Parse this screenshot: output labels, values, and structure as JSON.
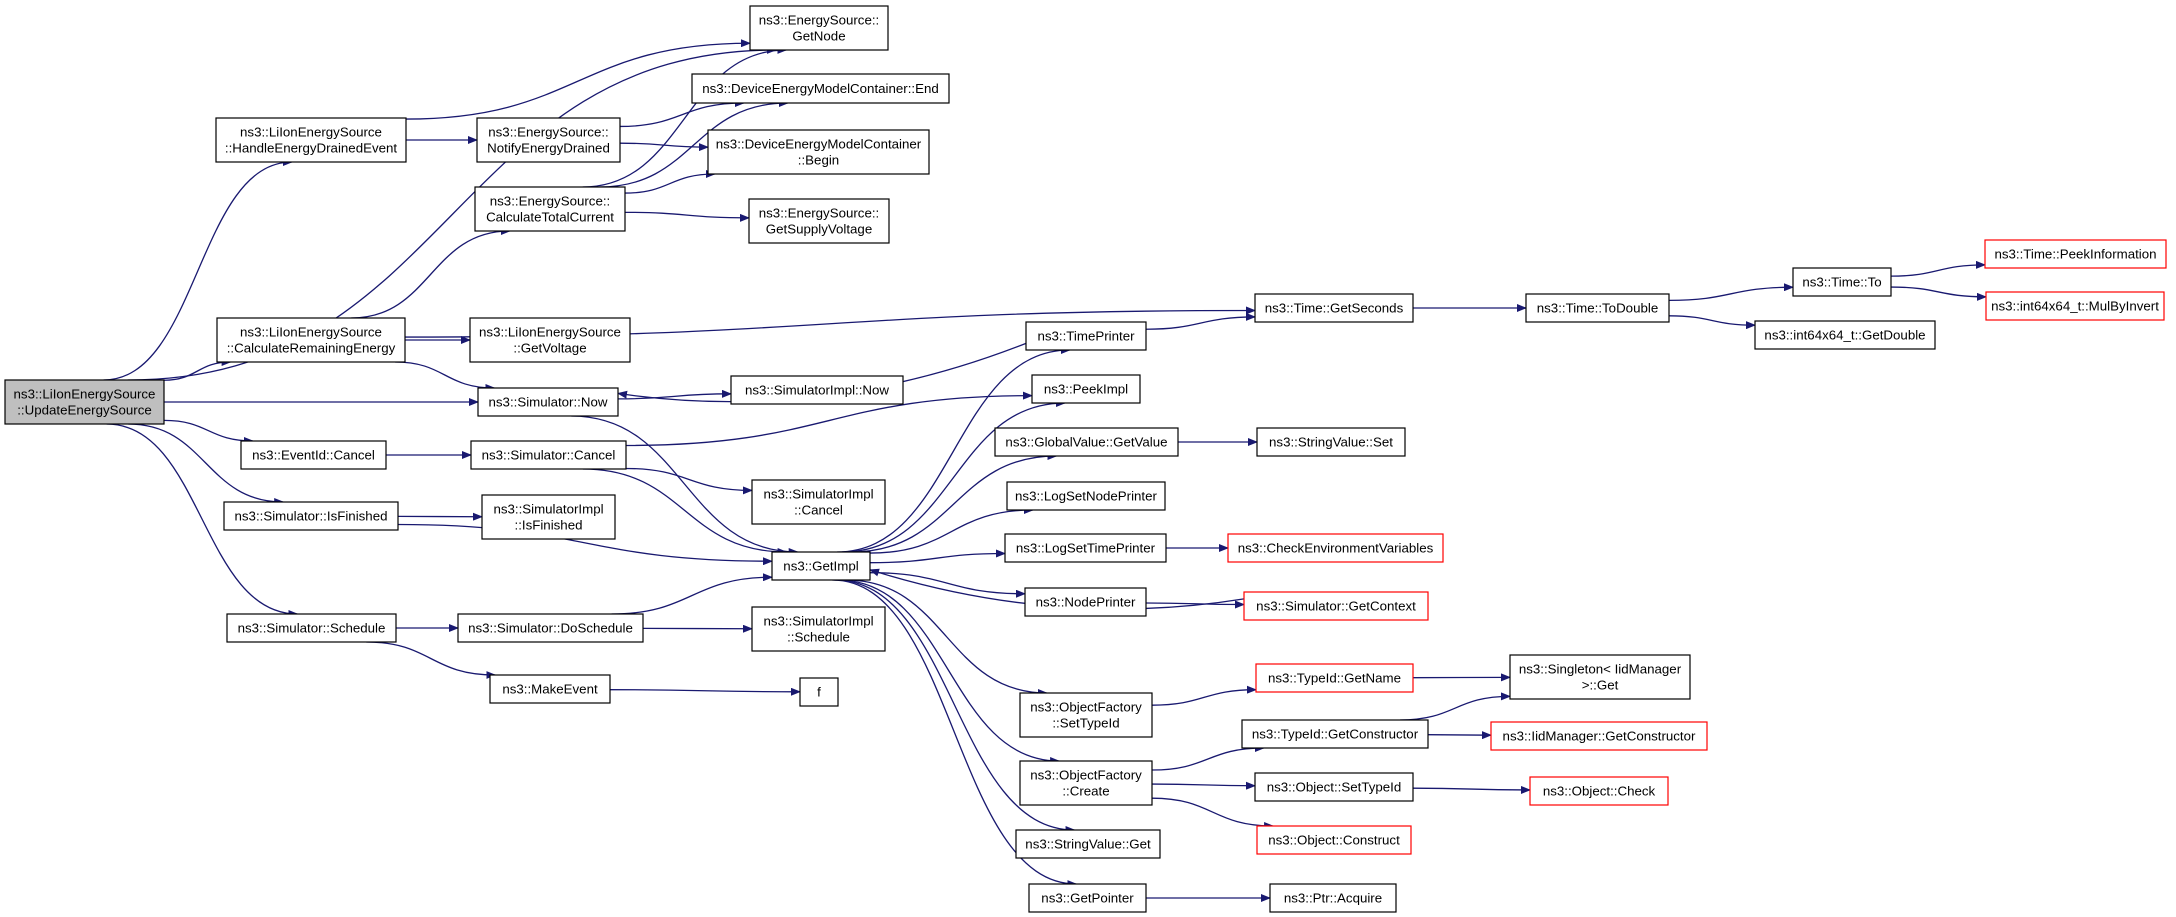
{
  "colors": {
    "edge": "#191970",
    "node_border": "#000000",
    "node_border_truncated": "#ff0000",
    "root_fill": "#bfbfbf",
    "node_fill": "#ffffff"
  },
  "nodes": [
    {
      "id": "root",
      "lines": [
        "ns3::LiIonEnergySource",
        "::UpdateEnergySource"
      ],
      "style": "root"
    },
    {
      "id": "es_getnode",
      "lines": [
        "ns3::EnergySource::",
        "GetNode"
      ],
      "style": "normal"
    },
    {
      "id": "handle_drained",
      "lines": [
        "ns3::LiIonEnergySource",
        "::HandleEnergyDrainedEvent"
      ],
      "style": "normal"
    },
    {
      "id": "notify_drained",
      "lines": [
        "ns3::EnergySource::",
        "NotifyEnergyDrained"
      ],
      "style": "normal"
    },
    {
      "id": "demc_end",
      "lines": [
        "ns3::DeviceEnergyModelContainer::End"
      ],
      "style": "normal"
    },
    {
      "id": "demc_begin",
      "lines": [
        "ns3::DeviceEnergyModelContainer",
        "::Begin"
      ],
      "style": "normal"
    },
    {
      "id": "calc_total",
      "lines": [
        "ns3::EnergySource::",
        "CalculateTotalCurrent"
      ],
      "style": "normal"
    },
    {
      "id": "supply_voltage",
      "lines": [
        "ns3::EnergySource::",
        "GetSupplyVoltage"
      ],
      "style": "normal"
    },
    {
      "id": "calc_remaining",
      "lines": [
        "ns3::LiIonEnergySource",
        "::CalculateRemainingEnergy"
      ],
      "style": "normal"
    },
    {
      "id": "liion_voltage",
      "lines": [
        "ns3::LiIonEnergySource",
        "::GetVoltage"
      ],
      "style": "normal"
    },
    {
      "id": "time_getseconds",
      "lines": [
        "ns3::Time::GetSeconds"
      ],
      "style": "normal"
    },
    {
      "id": "time_todouble",
      "lines": [
        "ns3::Time::ToDouble"
      ],
      "style": "normal"
    },
    {
      "id": "time_to",
      "lines": [
        "ns3::Time::To"
      ],
      "style": "normal"
    },
    {
      "id": "time_peek",
      "lines": [
        "ns3::Time::PeekInformation"
      ],
      "style": "truncated"
    },
    {
      "id": "mulbyinvert",
      "lines": [
        "ns3::int64x64_t::MulByInvert"
      ],
      "style": "truncated"
    },
    {
      "id": "getdouble",
      "lines": [
        "ns3::int64x64_t::GetDouble"
      ],
      "style": "normal"
    },
    {
      "id": "timeprinter",
      "lines": [
        "ns3::TimePrinter"
      ],
      "style": "normal"
    },
    {
      "id": "sim_now",
      "lines": [
        "ns3::Simulator::Now"
      ],
      "style": "normal"
    },
    {
      "id": "simimpl_now",
      "lines": [
        "ns3::SimulatorImpl::Now"
      ],
      "style": "normal"
    },
    {
      "id": "peekimpl",
      "lines": [
        "ns3::PeekImpl"
      ],
      "style": "normal"
    },
    {
      "id": "eventid_cancel",
      "lines": [
        "ns3::EventId::Cancel"
      ],
      "style": "normal"
    },
    {
      "id": "sim_cancel",
      "lines": [
        "ns3::Simulator::Cancel"
      ],
      "style": "normal"
    },
    {
      "id": "gv_getvalue",
      "lines": [
        "ns3::GlobalValue::GetValue"
      ],
      "style": "normal"
    },
    {
      "id": "sv_set",
      "lines": [
        "ns3::StringValue::Set"
      ],
      "style": "normal"
    },
    {
      "id": "simimpl_cancel",
      "lines": [
        "ns3::SimulatorImpl",
        "::Cancel"
      ],
      "style": "normal"
    },
    {
      "id": "logsetnode",
      "lines": [
        "ns3::LogSetNodePrinter"
      ],
      "style": "normal"
    },
    {
      "id": "sim_isfinished",
      "lines": [
        "ns3::Simulator::IsFinished"
      ],
      "style": "normal"
    },
    {
      "id": "simimpl_isfinished",
      "lines": [
        "ns3::SimulatorImpl",
        "::IsFinished"
      ],
      "style": "normal"
    },
    {
      "id": "getimpl",
      "lines": [
        "ns3::GetImpl"
      ],
      "style": "normal"
    },
    {
      "id": "logsettime",
      "lines": [
        "ns3::LogSetTimePrinter"
      ],
      "style": "normal"
    },
    {
      "id": "checkenv",
      "lines": [
        "ns3::CheckEnvironmentVariables"
      ],
      "style": "truncated"
    },
    {
      "id": "nodeprinter",
      "lines": [
        "ns3::NodePrinter"
      ],
      "style": "normal"
    },
    {
      "id": "sim_getcontext",
      "lines": [
        "ns3::Simulator::GetContext"
      ],
      "style": "truncated"
    },
    {
      "id": "sim_schedule",
      "lines": [
        "ns3::Simulator::Schedule"
      ],
      "style": "normal"
    },
    {
      "id": "sim_doschedule",
      "lines": [
        "ns3::Simulator::DoSchedule"
      ],
      "style": "normal"
    },
    {
      "id": "simimpl_schedule",
      "lines": [
        "ns3::SimulatorImpl",
        "::Schedule"
      ],
      "style": "normal"
    },
    {
      "id": "makeevent",
      "lines": [
        "ns3::MakeEvent"
      ],
      "style": "normal"
    },
    {
      "id": "f",
      "lines": [
        "f"
      ],
      "style": "normal"
    },
    {
      "id": "of_settypeid",
      "lines": [
        "ns3::ObjectFactory",
        "::SetTypeId"
      ],
      "style": "normal"
    },
    {
      "id": "typeid_getname",
      "lines": [
        "ns3::TypeId::GetName"
      ],
      "style": "truncated"
    },
    {
      "id": "singleton_get",
      "lines": [
        "ns3::Singleton< IidManager",
        "  >::Get"
      ],
      "style": "normal"
    },
    {
      "id": "typeid_getctor",
      "lines": [
        "ns3::TypeId::GetConstructor"
      ],
      "style": "normal"
    },
    {
      "id": "iidmgr_getctor",
      "lines": [
        "ns3::IidManager::GetConstructor"
      ],
      "style": "truncated"
    },
    {
      "id": "of_create",
      "lines": [
        "ns3::ObjectFactory",
        "::Create"
      ],
      "style": "normal"
    },
    {
      "id": "obj_settypeid",
      "lines": [
        "ns3::Object::SetTypeId"
      ],
      "style": "normal"
    },
    {
      "id": "obj_check",
      "lines": [
        "ns3::Object::Check"
      ],
      "style": "truncated"
    },
    {
      "id": "obj_construct",
      "lines": [
        "ns3::Object::Construct"
      ],
      "style": "truncated"
    },
    {
      "id": "sv_get",
      "lines": [
        "ns3::StringValue::Get"
      ],
      "style": "normal"
    },
    {
      "id": "getpointer",
      "lines": [
        "ns3::GetPointer"
      ],
      "style": "normal"
    },
    {
      "id": "ptr_acquire",
      "lines": [
        "ns3::Ptr::Acquire"
      ],
      "style": "normal"
    }
  ],
  "edges": [
    [
      "root",
      "es_getnode"
    ],
    [
      "root",
      "handle_drained"
    ],
    [
      "root",
      "calc_remaining"
    ],
    [
      "root",
      "sim_now"
    ],
    [
      "root",
      "eventid_cancel"
    ],
    [
      "root",
      "sim_isfinished"
    ],
    [
      "root",
      "sim_schedule"
    ],
    [
      "handle_drained",
      "es_getnode"
    ],
    [
      "handle_drained",
      "notify_drained"
    ],
    [
      "notify_drained",
      "demc_end"
    ],
    [
      "notify_drained",
      "demc_begin"
    ],
    [
      "calc_total",
      "es_getnode"
    ],
    [
      "calc_total",
      "demc_end"
    ],
    [
      "calc_total",
      "demc_begin"
    ],
    [
      "calc_total",
      "supply_voltage"
    ],
    [
      "calc_remaining",
      "calc_total"
    ],
    [
      "calc_remaining",
      "liion_voltage"
    ],
    [
      "calc_remaining",
      "time_getseconds"
    ],
    [
      "calc_remaining",
      "sim_now"
    ],
    [
      "time_getseconds",
      "time_todouble"
    ],
    [
      "time_todouble",
      "time_to"
    ],
    [
      "time_todouble",
      "getdouble"
    ],
    [
      "time_to",
      "time_peek"
    ],
    [
      "time_to",
      "mulbyinvert"
    ],
    [
      "timeprinter",
      "time_getseconds"
    ],
    [
      "timeprinter",
      "sim_now"
    ],
    [
      "sim_now",
      "simimpl_now"
    ],
    [
      "sim_now",
      "getimpl"
    ],
    [
      "eventid_cancel",
      "sim_cancel"
    ],
    [
      "sim_cancel",
      "peekimpl"
    ],
    [
      "sim_cancel",
      "simimpl_cancel"
    ],
    [
      "sim_cancel",
      "getimpl"
    ],
    [
      "gv_getvalue",
      "sv_set"
    ],
    [
      "sim_isfinished",
      "simimpl_isfinished"
    ],
    [
      "sim_isfinished",
      "getimpl"
    ],
    [
      "getimpl",
      "timeprinter"
    ],
    [
      "getimpl",
      "peekimpl"
    ],
    [
      "getimpl",
      "gv_getvalue"
    ],
    [
      "getimpl",
      "logsetnode"
    ],
    [
      "getimpl",
      "logsettime"
    ],
    [
      "getimpl",
      "nodeprinter"
    ],
    [
      "getimpl",
      "of_settypeid"
    ],
    [
      "getimpl",
      "of_create"
    ],
    [
      "getimpl",
      "sv_get"
    ],
    [
      "getimpl",
      "getpointer"
    ],
    [
      "logsettime",
      "checkenv"
    ],
    [
      "nodeprinter",
      "sim_getcontext"
    ],
    [
      "sim_getcontext",
      "getimpl"
    ],
    [
      "sim_schedule",
      "sim_doschedule"
    ],
    [
      "sim_schedule",
      "makeevent"
    ],
    [
      "sim_doschedule",
      "getimpl"
    ],
    [
      "sim_doschedule",
      "simimpl_schedule"
    ],
    [
      "makeevent",
      "f"
    ],
    [
      "of_settypeid",
      "typeid_getname"
    ],
    [
      "typeid_getname",
      "singleton_get"
    ],
    [
      "typeid_getctor",
      "singleton_get"
    ],
    [
      "typeid_getctor",
      "iidmgr_getctor"
    ],
    [
      "of_create",
      "typeid_getctor"
    ],
    [
      "of_create",
      "obj_settypeid"
    ],
    [
      "of_create",
      "obj_construct"
    ],
    [
      "obj_settypeid",
      "obj_check"
    ],
    [
      "getpointer",
      "ptr_acquire"
    ]
  ]
}
